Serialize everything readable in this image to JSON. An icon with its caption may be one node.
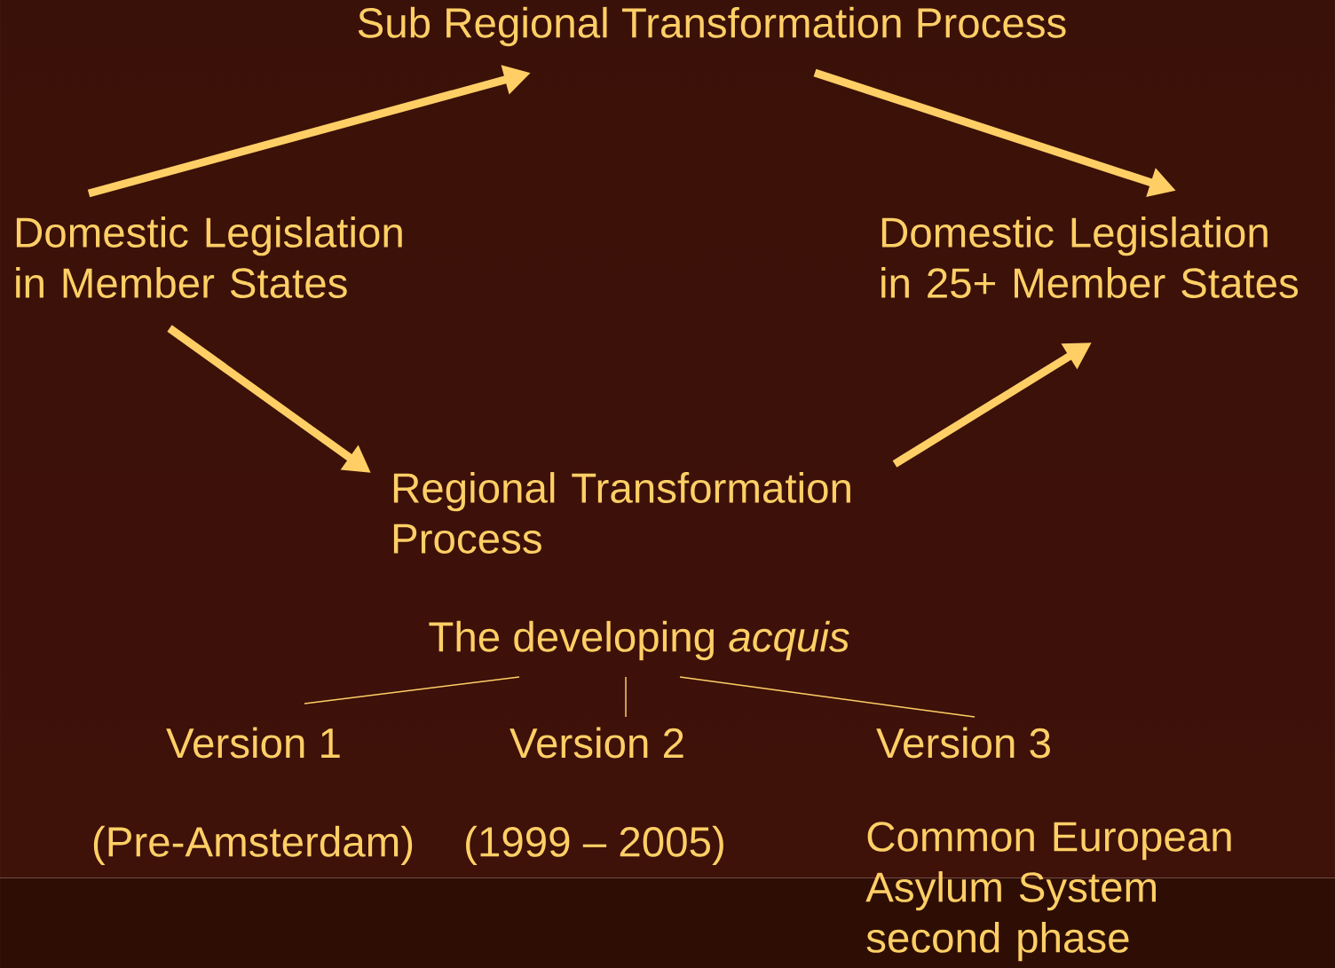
{
  "diagram": {
    "nodes": [
      {
        "text": [
          "Sub Regional Transformation Process"
        ]
      },
      {
        "text": [
          "Domestic Legislation in Member States"
        ]
      },
      {
        "text": [
          "Domestic Legislation in 25+ Member States"
        ]
      },
      {
        "text": [
          "Regional Transformation Process"
        ]
      },
      {
        "text": [
          "The developing *acquis*"
        ]
      },
      {
        "text": [
          "Version 1"
        ],
        "beside": [
          "(Pre-Amsterdam)"
        ]
      },
      {
        "text": [
          "Version 2"
        ],
        "beside": [
          "(1999 – 2005)"
        ]
      },
      {
        "text": [
          "Version 3"
        ],
        "beside": [
          "Common European Asylum System second phase"
        ]
      }
    ],
    "edges": [
      {
        "from": 1,
        "to": 0,
        "arrow": "to"
      },
      {
        "from": 0,
        "to": 2,
        "arrow": "to"
      },
      {
        "from": 1,
        "to": 3,
        "arrow": "to"
      },
      {
        "from": 3,
        "to": 2,
        "arrow": "to"
      },
      {
        "from": 4,
        "to": 5,
        "arrow": "none"
      },
      {
        "from": 4,
        "to": 6,
        "arrow": "none"
      },
      {
        "from": 4,
        "to": 7,
        "arrow": "none"
      }
    ]
  }
}
